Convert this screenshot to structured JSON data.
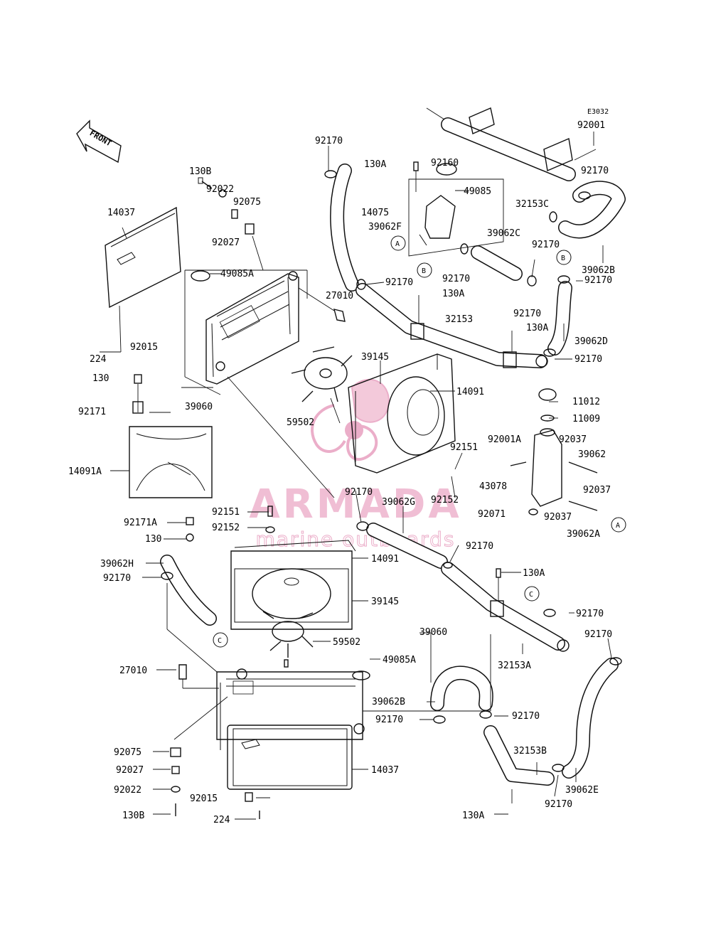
{
  "diagram": {
    "code": "E3032",
    "front_label": "FRONT"
  },
  "watermark": {
    "brand": "ARMADA",
    "tagline": "marine outboards",
    "color": "#e8a0c0"
  },
  "labels": {
    "l92001": "92001",
    "l92170_a": "92170",
    "l130A_a": "130A",
    "l92160": "92160",
    "l49085": "49085",
    "l14075": "14075",
    "l39062F": "39062F",
    "l32153C": "32153C",
    "l92170_b": "92170",
    "l39062C": "39062C",
    "l92170_c": "92170",
    "l39062B": "39062B",
    "l92170_d": "92170",
    "l92170_e": "92170",
    "l92170_f": "92170",
    "l130A_b": "130A",
    "l32153": "32153",
    "l92170_g": "92170",
    "l130A_c": "130A",
    "l39062D": "39062D",
    "l92170_h": "92170",
    "l130B_a": "130B",
    "l92022_a": "92022",
    "l92075_a": "92075",
    "l14037_a": "14037",
    "l92027_a": "92027",
    "l49085A_a": "49085A",
    "l27010_a": "27010",
    "l224_a": "224",
    "l92015_a": "92015",
    "l39060_a": "39060",
    "l39145_a": "39145",
    "l14091_a": "14091",
    "l130_a": "130",
    "l92171": "92171",
    "l59502_a": "59502",
    "l11012": "11012",
    "l11009": "11009",
    "l92001A": "92001A",
    "l92037_a": "92037",
    "l39062": "39062",
    "l92151_a": "92151",
    "l43078": "43078",
    "l92037_b": "92037",
    "l14091A": "14091A",
    "l92152_a": "92152",
    "l92071": "92071",
    "l92037_c": "92037",
    "l39062A": "39062A",
    "l92170_i": "92170",
    "l39062G": "39062G",
    "l92151_b": "92151",
    "l92171A": "92171A",
    "l92152_b": "92152",
    "l130_b": "130",
    "l92170_j": "92170",
    "l39062H": "39062H",
    "l92170_k": "92170",
    "l14091_b": "14091",
    "l130A_d": "130A",
    "l39145_b": "39145",
    "l92170_l": "92170",
    "l92170_m": "92170",
    "l39060_b": "39060",
    "l59502_b": "59502",
    "l32153A": "32153A",
    "l49085A_b": "49085A",
    "l27010_b": "27010",
    "l39062B_b": "39062B",
    "l92170_n": "92170",
    "l92170_o": "92170",
    "l92075_b": "92075",
    "l92027_b": "92027",
    "l32153B": "32153B",
    "l14037_b": "14037",
    "l92022_b": "92022",
    "l39062E": "39062E",
    "l92170_p": "92170",
    "l92015_b": "92015",
    "l130B_b": "130B",
    "l130A_e": "130A",
    "l224_b": "224"
  },
  "refs": {
    "A": "A",
    "B": "B",
    "C": "C"
  }
}
